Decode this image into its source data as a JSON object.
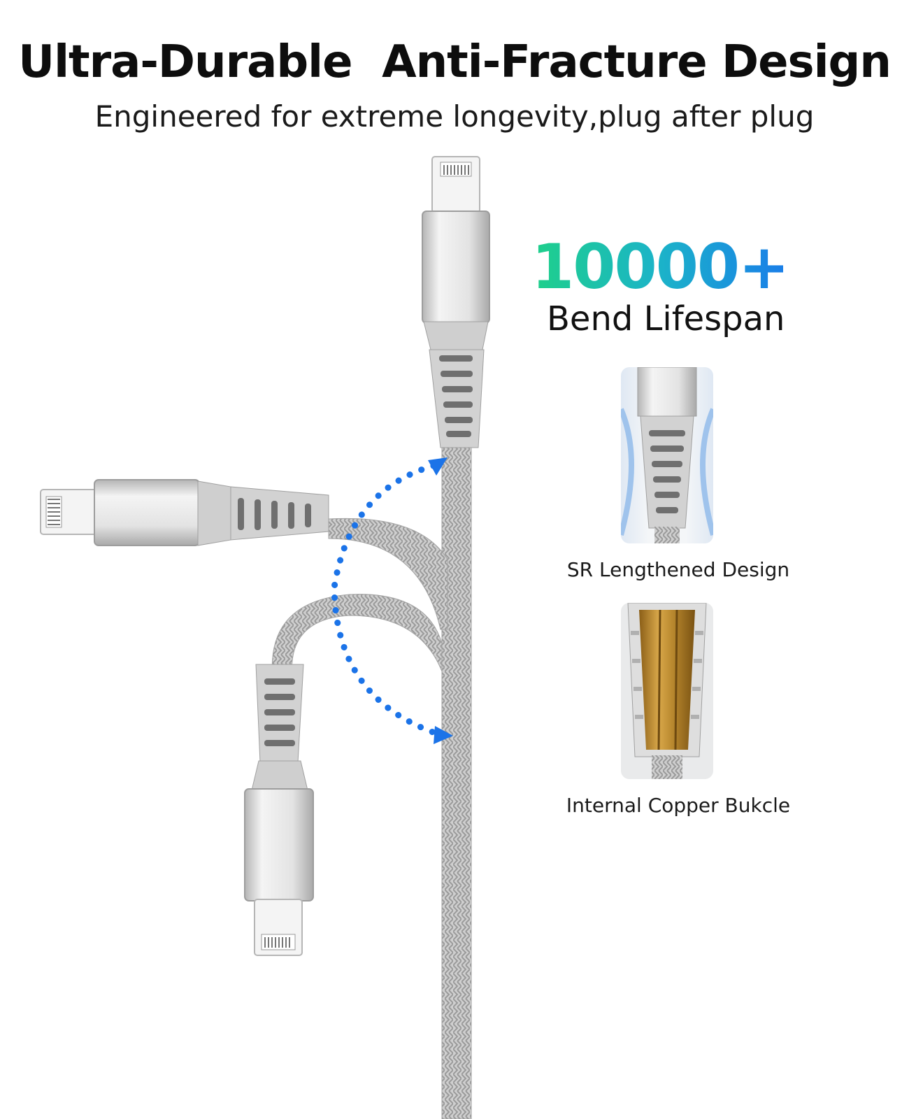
{
  "header": {
    "title": "Ultra-Durable  Anti-Fracture Design",
    "subtitle": "Engineered for extreme longevity,plug after plug"
  },
  "stat": {
    "value": "10000+",
    "caption": "Bend Lifespan",
    "gradient_colors": [
      "#1fd08a",
      "#1a7fe8"
    ]
  },
  "details": [
    {
      "label": "SR Lengthened Design",
      "icon": "strain-relief-closeup"
    },
    {
      "label": "Internal Copper Bukcle",
      "icon": "copper-buckle-cutaway"
    }
  ],
  "colors": {
    "cable": "#c9c9c9",
    "connector": "#d6d6d6",
    "arrow": "#1b73e8",
    "copper": "#b8882e"
  }
}
